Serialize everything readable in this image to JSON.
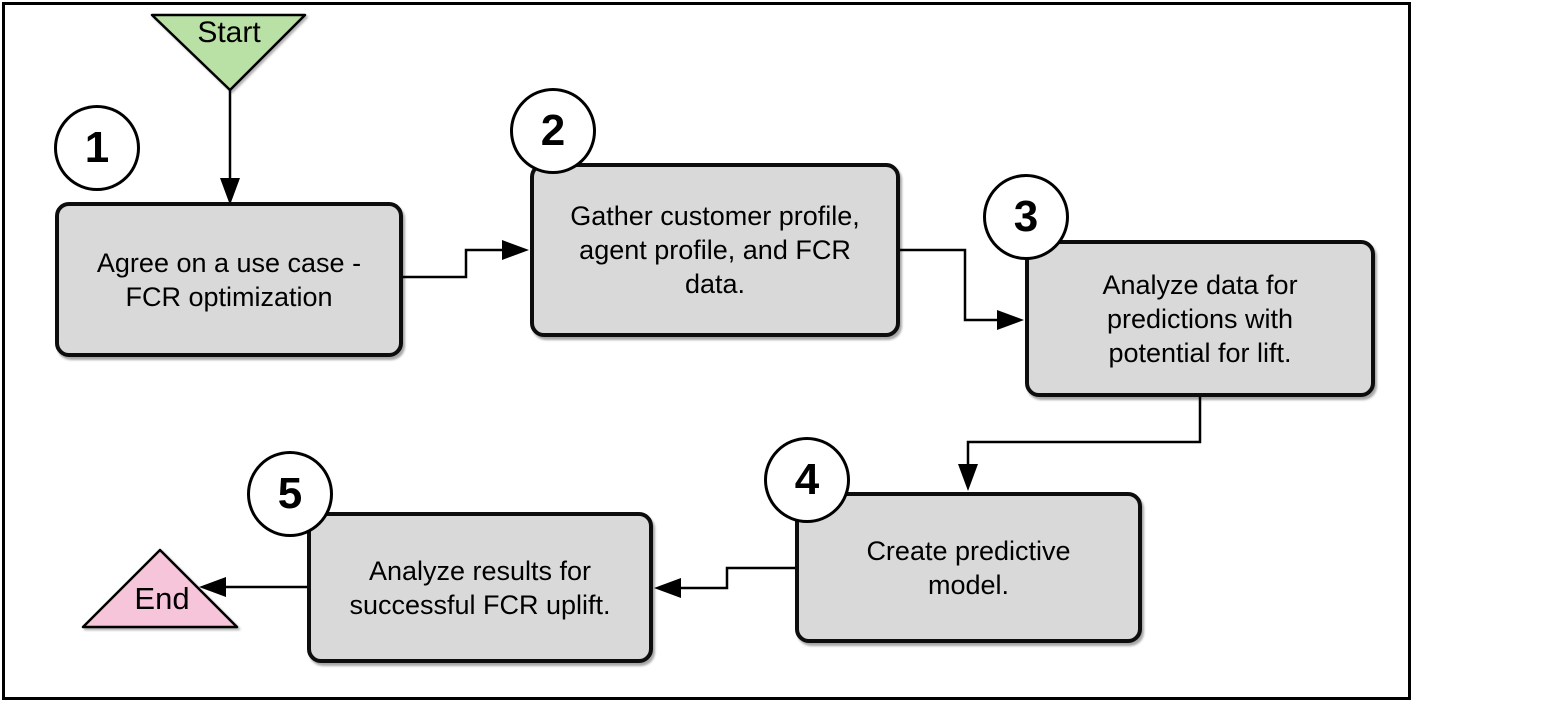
{
  "diagram": {
    "start_label": "Start",
    "end_label": "End",
    "steps": [
      {
        "number": "1",
        "text": "Agree on a use case -\nFCR optimization"
      },
      {
        "number": "2",
        "text": "Gather customer profile,\nagent profile, and FCR\ndata."
      },
      {
        "number": "3",
        "text": "Analyze data for\npredictions with\npotential for lift."
      },
      {
        "number": "4",
        "text": "Create predictive\nmodel."
      },
      {
        "number": "5",
        "text": "Analyze results for\nsuccessful FCR uplift."
      }
    ],
    "colors": {
      "start_fill": "#b9e0a5",
      "end_fill": "#f6c5d9",
      "node_fill": "#d9d9d9",
      "stroke": "#000000"
    }
  }
}
